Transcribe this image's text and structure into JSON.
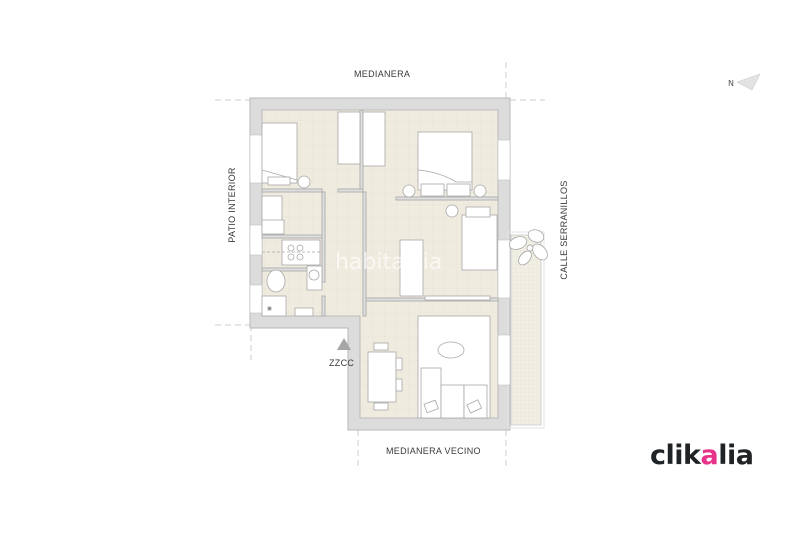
{
  "plan": {
    "labels": {
      "top": "MEDIANERA",
      "left": "PATIO INTERIOR",
      "right": "CALLE SERRANILLOS",
      "bottom": "MEDIANERA VECINO",
      "entrance": "ZZCC"
    },
    "watermark": "habitaclia",
    "north_icon": "compass-arrow-icon",
    "colors": {
      "floor": "#efebdf",
      "wall": "#d9d9d9",
      "wall_outline": "#b5b5b5",
      "furniture": "#ffffff",
      "furniture_outline": "#a8a8a8",
      "dashed_line": "#c8c8c8",
      "entrance_marker": "#a6a6a6"
    },
    "rooms": [
      {
        "id": "bedroom-1",
        "type": "bedroom"
      },
      {
        "id": "bedroom-2",
        "type": "master-bedroom"
      },
      {
        "id": "bedroom-3",
        "type": "bedroom"
      },
      {
        "id": "kitchen",
        "type": "kitchen"
      },
      {
        "id": "bathroom",
        "type": "bathroom"
      },
      {
        "id": "living-dining",
        "type": "living-room"
      },
      {
        "id": "balcony",
        "type": "terrace"
      }
    ]
  },
  "brand": {
    "logo_pre": "clik",
    "logo_accent": "a",
    "logo_post": "lia",
    "accent_color": "#e8338a"
  }
}
